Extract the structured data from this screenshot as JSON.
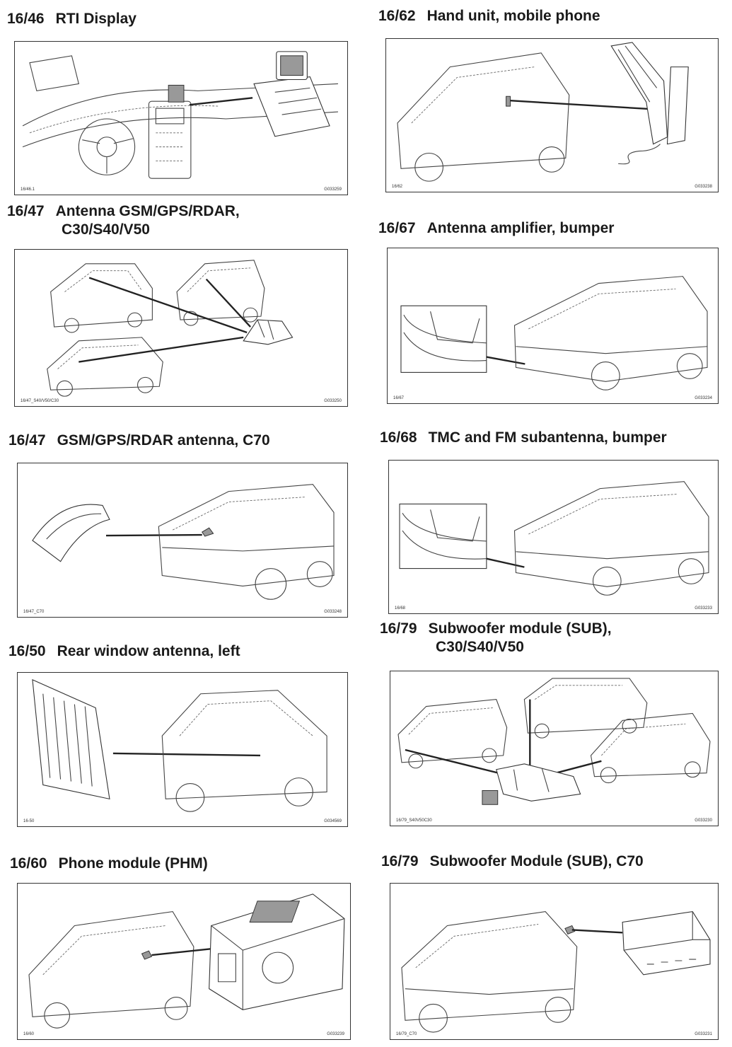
{
  "entries": [
    {
      "code": "16/46",
      "title": "RTI Display",
      "title2": "",
      "ref": "16/46.1",
      "gcode": "G033259"
    },
    {
      "code": "16/47",
      "title": "Antenna GSM/GPS/RDAR,",
      "title2": "C30/S40/V50",
      "ref": "16/47_S40/V50/C30",
      "gcode": "G033250"
    },
    {
      "code": "16/47",
      "title": "GSM/GPS/RDAR antenna, C70",
      "title2": "",
      "ref": "16/47_C70",
      "gcode": "G033248"
    },
    {
      "code": "16/50",
      "title": "Rear window antenna, left",
      "title2": "",
      "ref": "16-50",
      "gcode": "G034569"
    },
    {
      "code": "16/60",
      "title": "Phone module (PHM)",
      "title2": "",
      "ref": "16/60",
      "gcode": "G033239"
    },
    {
      "code": "16/62",
      "title": "Hand unit, mobile phone",
      "title2": "",
      "ref": "16/62",
      "gcode": "G033238"
    },
    {
      "code": "16/67",
      "title": "Antenna amplifier, bumper",
      "title2": "",
      "ref": "16/67",
      "gcode": "G033234"
    },
    {
      "code": "16/68",
      "title": "TMC and FM subantenna, bumper",
      "title2": "",
      "ref": "16/68",
      "gcode": "G033233"
    },
    {
      "code": "16/79",
      "title": "Subwoofer module (SUB),",
      "title2": "C30/S40/V50",
      "ref": "16/79_S40V50C30",
      "gcode": "G033230"
    },
    {
      "code": "16/79",
      "title": "Subwoofer Module (SUB), C70",
      "title2": "",
      "ref": "16/79_C70",
      "gcode": "G033231"
    }
  ]
}
